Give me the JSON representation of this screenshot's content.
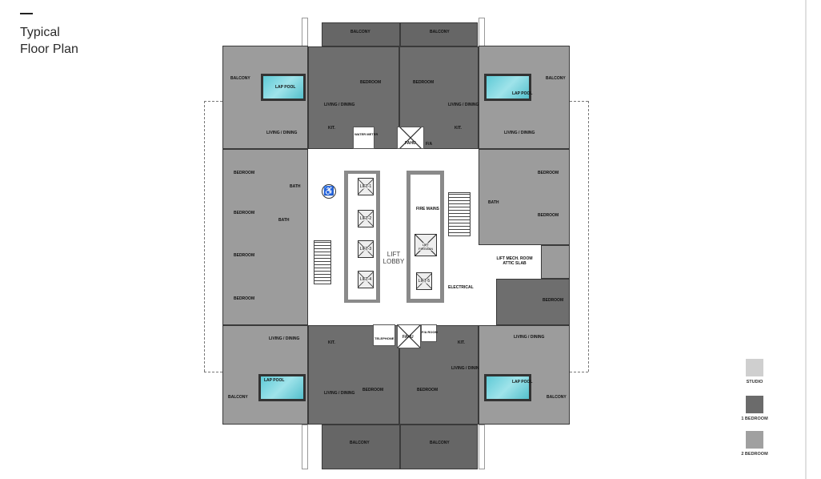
{
  "header": {
    "title_line1": "Typical",
    "title_line2": "Floor Plan"
  },
  "colors": {
    "studio": "#cfcfcf",
    "one_bedroom": "#6b6b6b",
    "two_bedroom": "#a0a0a0",
    "pool": "#5fcad6"
  },
  "legend": [
    {
      "label": "STUDIO",
      "color": "#cfcfcf"
    },
    {
      "label": "1 BEDROOM",
      "color": "#6b6b6b"
    },
    {
      "label": "2 BEDROOM",
      "color": "#a0a0a0"
    }
  ],
  "plan": {
    "balcony": "BALCONY",
    "lap_pool": "LAP POOL",
    "living_dining": "LIVING / DINING",
    "bedroom": "BEDROOM",
    "kitchen": "KIT.",
    "bath": "BATH",
    "water_meter": "Water Meter",
    "fahu": "FAHU",
    "fa": "F/A",
    "fa_room": "F/A Room",
    "telephone": "TELEPHONE",
    "lifts": [
      "LIFT-1",
      "LIFT-2",
      "LIFT-3",
      "LIFT-4",
      "LIFT-5"
    ],
    "lift_fireman": "LIFT FIREMAN",
    "lift_lobby": "LIFT LOBBY",
    "fire_mains": "FIRE MAINS",
    "electrical": "ELECTRICAL",
    "lift_mech_room": "LIFT MECH. ROOM ATTIC SLAB"
  }
}
